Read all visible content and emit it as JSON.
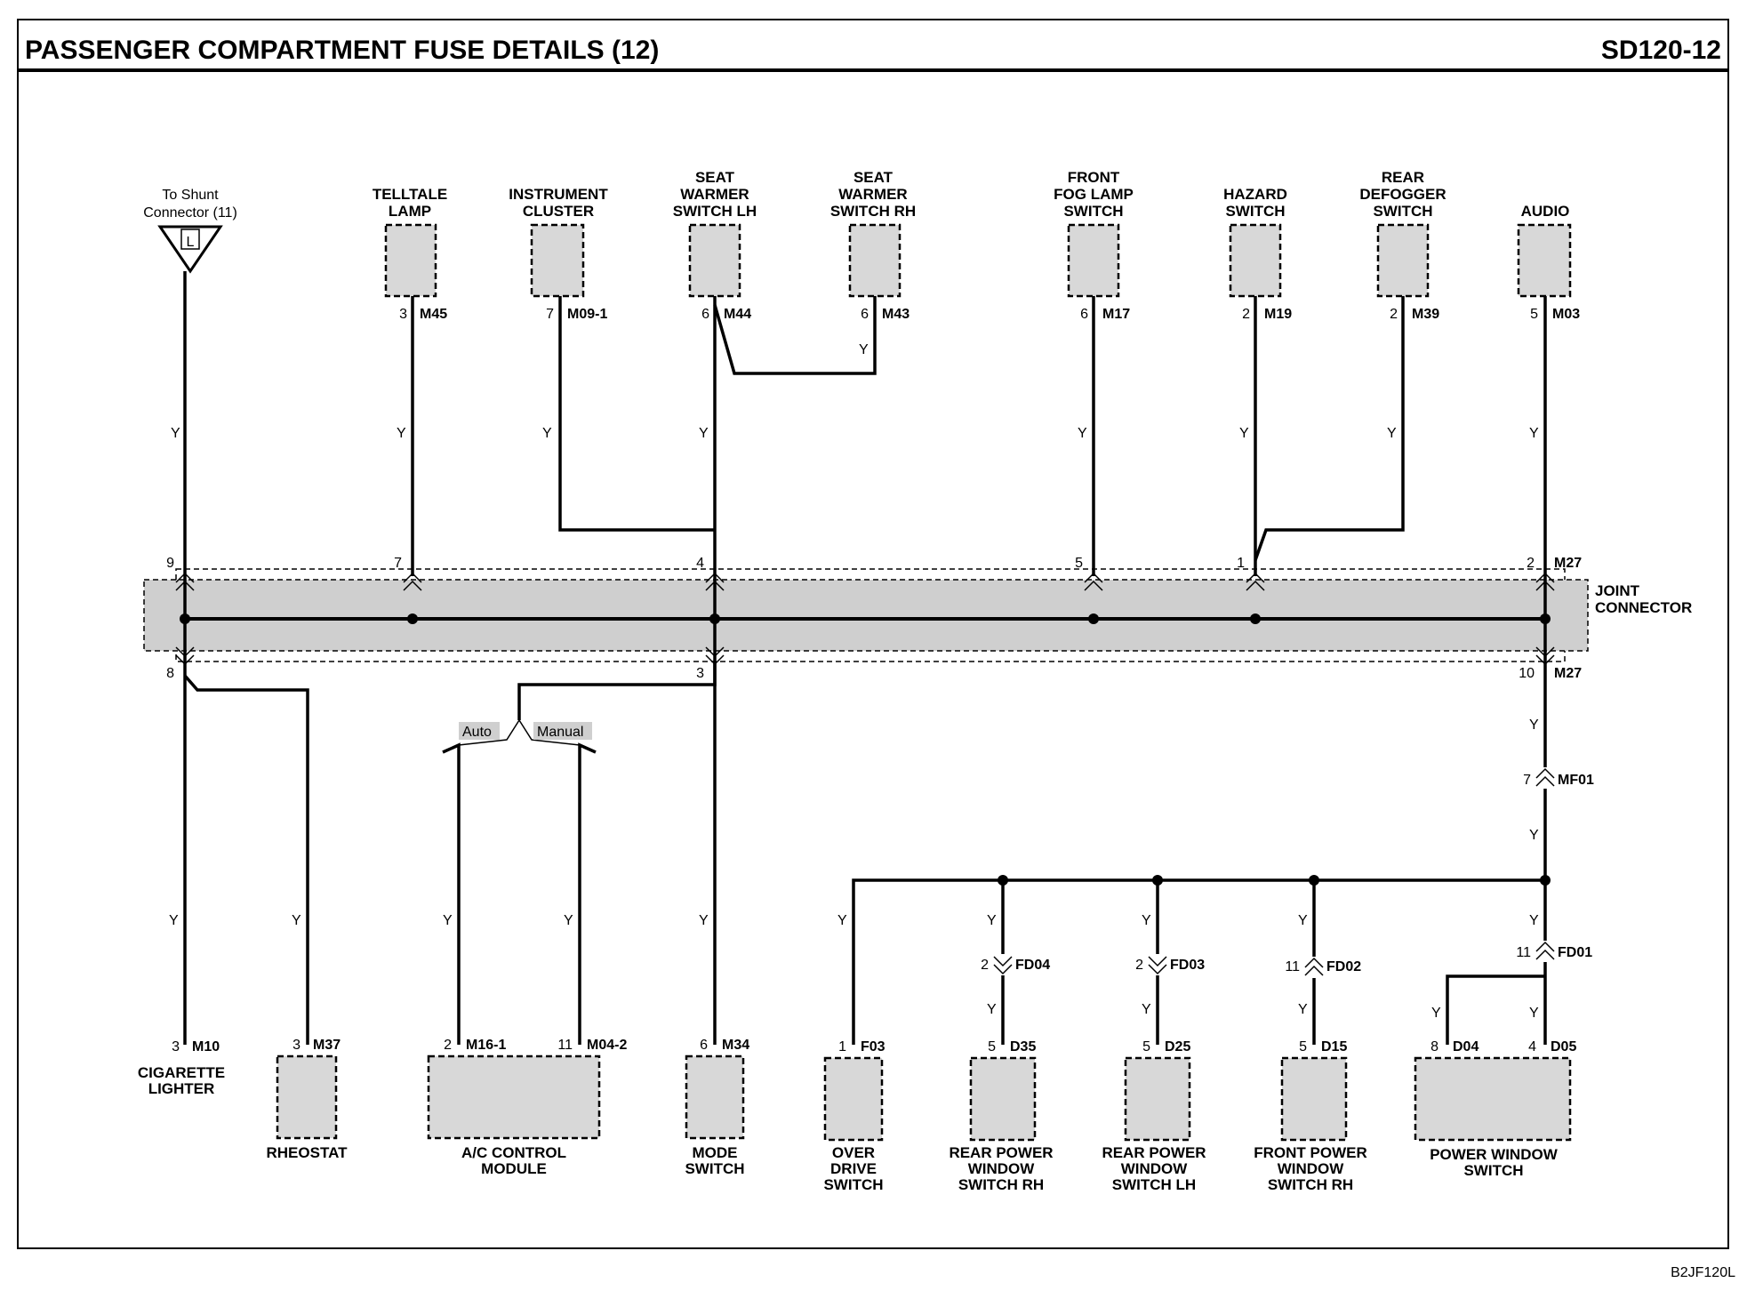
{
  "header": {
    "title": "PASSENGER COMPARTMENT FUSE DETAILS (12)",
    "code": "SD120-12"
  },
  "footer_code": "B2JF120L",
  "wire_color": "Y",
  "shunt": {
    "line1": "To Shunt",
    "line2": "Connector (11)",
    "symbol": "L"
  },
  "top_components": [
    {
      "lines": [
        "TELLTALE",
        "LAMP"
      ],
      "pin": "3",
      "conn": "M45"
    },
    {
      "lines": [
        "INSTRUMENT",
        "CLUSTER"
      ],
      "pin": "7",
      "conn": "M09-1"
    },
    {
      "lines": [
        "SEAT",
        "WARMER",
        "SWITCH LH"
      ],
      "pin": "6",
      "conn": "M44"
    },
    {
      "lines": [
        "SEAT",
        "WARMER",
        "SWITCH RH"
      ],
      "pin": "6",
      "conn": "M43"
    },
    {
      "lines": [
        "FRONT",
        "FOG LAMP",
        "SWITCH"
      ],
      "pin": "6",
      "conn": "M17"
    },
    {
      "lines": [
        "HAZARD",
        "SWITCH"
      ],
      "pin": "2",
      "conn": "M19"
    },
    {
      "lines": [
        "REAR",
        "DEFOGGER",
        "SWITCH"
      ],
      "pin": "2",
      "conn": "M39"
    },
    {
      "lines": [
        "AUDIO"
      ],
      "pin": "5",
      "conn": "M03"
    }
  ],
  "joint": {
    "label_line1": "JOINT",
    "label_line2": "CONNECTOR",
    "conn": "M27",
    "top_pins": [
      "9",
      "7",
      "4",
      "5",
      "1",
      "2"
    ],
    "bottom_pins": [
      "8",
      "3",
      "10"
    ]
  },
  "ac_options": {
    "auto": "Auto",
    "manual": "Manual"
  },
  "inline": [
    {
      "pin": "7",
      "conn": "MF01"
    },
    {
      "pin": "2",
      "conn": "FD04"
    },
    {
      "pin": "2",
      "conn": "FD03"
    },
    {
      "pin": "11",
      "conn": "FD02"
    },
    {
      "pin": "11",
      "conn": "FD01"
    }
  ],
  "bottom_components": [
    {
      "lines": [
        "CIGARETTE",
        "LIGHTER"
      ],
      "pins": [
        {
          "pin": "3",
          "conn": "M10"
        }
      ]
    },
    {
      "lines": [
        "RHEOSTAT"
      ],
      "pins": [
        {
          "pin": "3",
          "conn": "M37"
        }
      ]
    },
    {
      "lines": [
        "A/C CONTROL",
        "MODULE"
      ],
      "pins": [
        {
          "pin": "2",
          "conn": "M16-1"
        },
        {
          "pin": "11",
          "conn": "M04-2"
        }
      ]
    },
    {
      "lines": [
        "MODE",
        "SWITCH"
      ],
      "pins": [
        {
          "pin": "6",
          "conn": "M34"
        }
      ]
    },
    {
      "lines": [
        "OVER",
        "DRIVE",
        "SWITCH"
      ],
      "pins": [
        {
          "pin": "1",
          "conn": "F03"
        }
      ]
    },
    {
      "lines": [
        "REAR POWER",
        "WINDOW",
        "SWITCH RH"
      ],
      "pins": [
        {
          "pin": "5",
          "conn": "D35"
        }
      ]
    },
    {
      "lines": [
        "REAR POWER",
        "WINDOW",
        "SWITCH LH"
      ],
      "pins": [
        {
          "pin": "5",
          "conn": "D25"
        }
      ]
    },
    {
      "lines": [
        "FRONT POWER",
        "WINDOW",
        "SWITCH RH"
      ],
      "pins": [
        {
          "pin": "5",
          "conn": "D15"
        }
      ]
    },
    {
      "lines": [
        "POWER WINDOW",
        "SWITCH"
      ],
      "pins": [
        {
          "pin": "8",
          "conn": "D04"
        },
        {
          "pin": "4",
          "conn": "D05"
        }
      ]
    }
  ]
}
